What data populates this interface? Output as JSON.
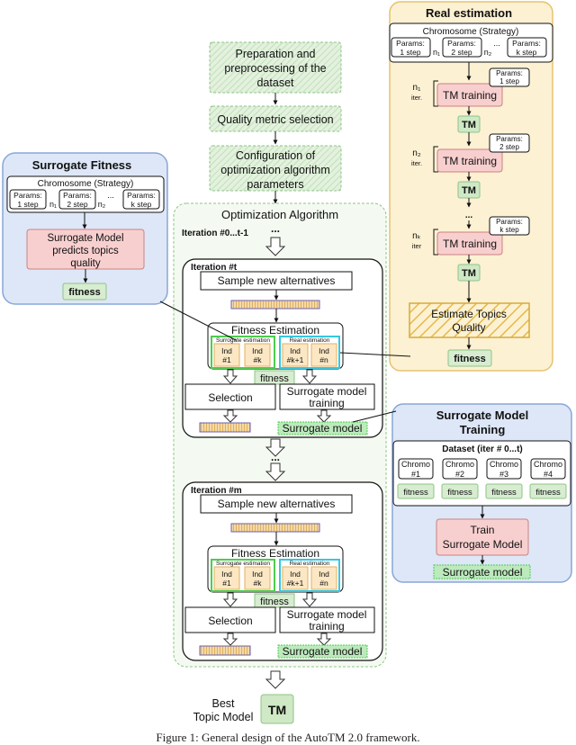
{
  "colors": {
    "green_fill": "#e3f1de",
    "green_stroke": "#8fc486",
    "pink_fill": "#f8cfcf",
    "pink_stroke": "#cc8080",
    "blue_panel": "#dde7f7",
    "blue_stroke": "#8aa6d6",
    "yellow_panel": "#fcf1d2",
    "yellow_stroke": "#e5c370",
    "purple_hatch": "#6c5fb0",
    "cyan": "#36c7e0",
    "bright_green": "#4ccd4c"
  },
  "main_flow": {
    "step1": [
      "Preparation and",
      "preprocessing of the",
      "dataset"
    ],
    "step2": "Quality metric selection",
    "step3": [
      "Configuration of",
      "optimization algorithm",
      "parameters"
    ],
    "opt_title": "Optimization Algorithm",
    "iter_range": "Iteration #0...t-1",
    "dots": "...",
    "best_label": [
      "Best",
      "Topic Model"
    ],
    "best_tm": "TM"
  },
  "iteration_t": {
    "title": "Iteration #t",
    "sample": "Sample new alternatives",
    "fitness_est": "Fitness Estimation",
    "surr_est": "Surrogate estimation",
    "real_est": "Real estimation",
    "cells": [
      [
        "Ind",
        "#1"
      ],
      [
        "Ind",
        "#k"
      ],
      [
        "Ind",
        "#k+1"
      ],
      [
        "Ind",
        "#n"
      ]
    ],
    "fitness": "fitness",
    "selection": "Selection",
    "smt": [
      "Surrogate model",
      "training"
    ],
    "surr_model": "Surrogate model"
  },
  "iteration_m": {
    "title": "Iteration #m",
    "sample": "Sample new alternatives",
    "fitness_est": "Fitness Estimation",
    "surr_est": "Surrogate estimation",
    "real_est": "Real estimation",
    "cells": [
      [
        "Ind",
        "#1"
      ],
      [
        "Ind",
        "#k"
      ],
      [
        "Ind",
        "#k+1"
      ],
      [
        "Ind",
        "#n"
      ]
    ],
    "fitness": "fitness",
    "selection": "Selection",
    "smt": [
      "Surrogate model",
      "training"
    ],
    "surr_model": "Surrogate model"
  },
  "surrogate_fitness": {
    "title": "Surrogate Fitness",
    "chromosome": "Chromosome (Strategy)",
    "params": [
      [
        "Params:",
        "1 step"
      ],
      [
        "Params:",
        "2 step"
      ],
      [
        "Params:",
        "k step"
      ]
    ],
    "n1": "n₁",
    "n2": "n₂",
    "dots": "...",
    "predict": [
      "Surrogate Model",
      "predicts topics",
      "quality"
    ],
    "fitness": "fitness"
  },
  "real_estimation": {
    "title": "Real estimation",
    "chromosome": "Chromosome (Strategy)",
    "params": [
      [
        "Params:",
        "1 step"
      ],
      [
        "Params:",
        "2 step"
      ],
      [
        "Params:",
        "k step"
      ]
    ],
    "n1": "n₁",
    "n2": "n₂",
    "dots": "...",
    "stages": [
      {
        "n": "n₁",
        "iter": "iter.",
        "params": [
          "Params:",
          "1 step"
        ]
      },
      {
        "n": "n₂",
        "iter": "iter.",
        "params": [
          "Params:",
          "2 step"
        ]
      },
      {
        "n": "nₖ",
        "iter": "iter",
        "params": [
          "Params:",
          "k step"
        ]
      }
    ],
    "tm_training": "TM training",
    "tm": "TM",
    "vdots": "...",
    "estimate": [
      "Estimate Topics",
      "Quality"
    ],
    "fitness": "fitness"
  },
  "surrogate_training": {
    "title": [
      "Surrogate Model",
      "Training"
    ],
    "dataset": "Dataset (iter # 0...t)",
    "chromos": [
      [
        "Chromo",
        "#1"
      ],
      [
        "Chromo",
        "#2"
      ],
      [
        "Chromo",
        "#3"
      ],
      [
        "Chromo",
        "#4"
      ]
    ],
    "fitness": "fitness",
    "train": [
      "Train",
      "Surrogate Model"
    ],
    "surr_model": "Surrogate model"
  },
  "caption": "Figure 1: General design of the AutoTM 2.0 framework."
}
